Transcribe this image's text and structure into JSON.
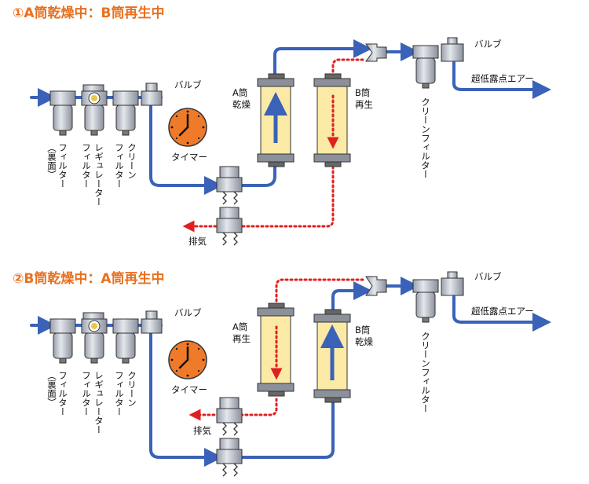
{
  "colors": {
    "title": "#e8701f",
    "pipe": "#3a62b8",
    "exhaust": "#e02020",
    "device": "#b8bcc6",
    "bed": "#fbeaa6",
    "timer": "#ef7a2a"
  },
  "icons": [
    "timer-icon",
    "valve-icon",
    "filter-icon",
    "regulator-icon",
    "solenoid-valve-icon",
    "check-valve-icon"
  ],
  "sections": [
    {
      "title": "①A筒乾燥中：B筒再生中",
      "valve_label": "バルブ",
      "timer_label": "タイマー",
      "exhaust_label": "排気",
      "output_label": "超低露点エアー",
      "tower_left_lines": [
        "A筒",
        "乾燥"
      ],
      "tower_right_lines": [
        "B筒",
        "再生"
      ],
      "filters": [
        {
          "lines": [
            "フィルター",
            "（裏面）"
          ]
        },
        {
          "lines": [
            "レギュレーター",
            "フィルター"
          ]
        },
        {
          "lines": [
            "クリーン",
            "フィルター"
          ]
        }
      ],
      "clean_filter_label": "クリーンフィルター"
    },
    {
      "title": "②B筒乾燥中：A筒再生中",
      "valve_label": "バルブ",
      "timer_label": "タイマー",
      "exhaust_label": "排気",
      "output_label": "超低露点エアー",
      "tower_left_lines": [
        "A筒",
        "再生"
      ],
      "tower_right_lines": [
        "B筒",
        "乾燥"
      ],
      "filters": [
        {
          "lines": [
            "フィルター",
            "（裏面）"
          ]
        },
        {
          "lines": [
            "レギュレーター",
            "フィルター"
          ]
        },
        {
          "lines": [
            "クリーン",
            "フィルター"
          ]
        }
      ],
      "clean_filter_label": "クリーンフィルター"
    }
  ]
}
